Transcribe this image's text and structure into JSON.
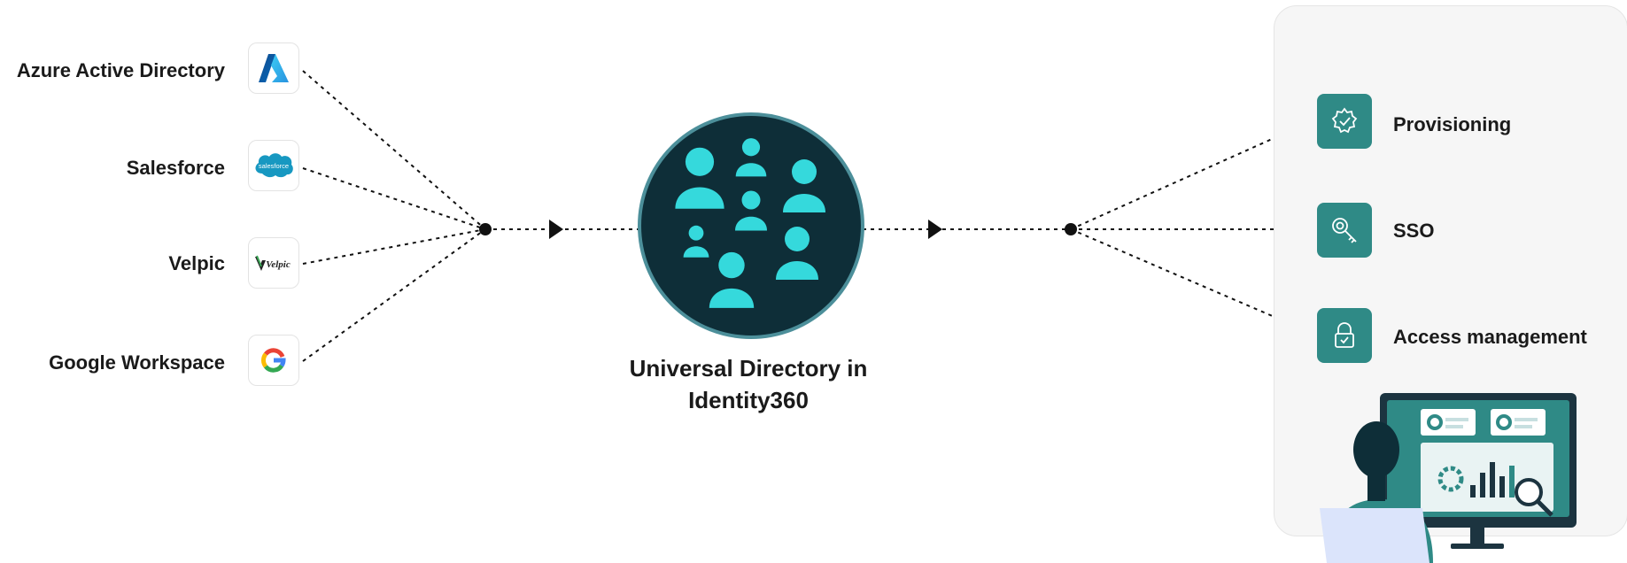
{
  "sources": [
    {
      "label": "Azure Active Directory",
      "icon": "azure-ad-logo-icon"
    },
    {
      "label": "Salesforce",
      "icon": "salesforce-logo-icon",
      "logo_text": "salesforce"
    },
    {
      "label": "Velpic",
      "icon": "velpic-logo-icon",
      "logo_text": "Velpic"
    },
    {
      "label": "Google Workspace",
      "icon": "google-logo-icon"
    }
  ],
  "center": {
    "title_line1": "Universal Directory in",
    "title_line2": "Identity360",
    "icon": "users-group-icon"
  },
  "outputs": [
    {
      "label": "Provisioning",
      "icon": "gear-check-icon"
    },
    {
      "label": "SSO",
      "icon": "key-icon"
    },
    {
      "label": "Access management",
      "icon": "lock-icon"
    }
  ],
  "illustration": "admin-at-dashboard-illustration",
  "colors": {
    "accent_teal": "#2f8a86",
    "center_circle": "#0e2e38",
    "user_glyph": "#35d9dc",
    "connector": "#111111"
  }
}
